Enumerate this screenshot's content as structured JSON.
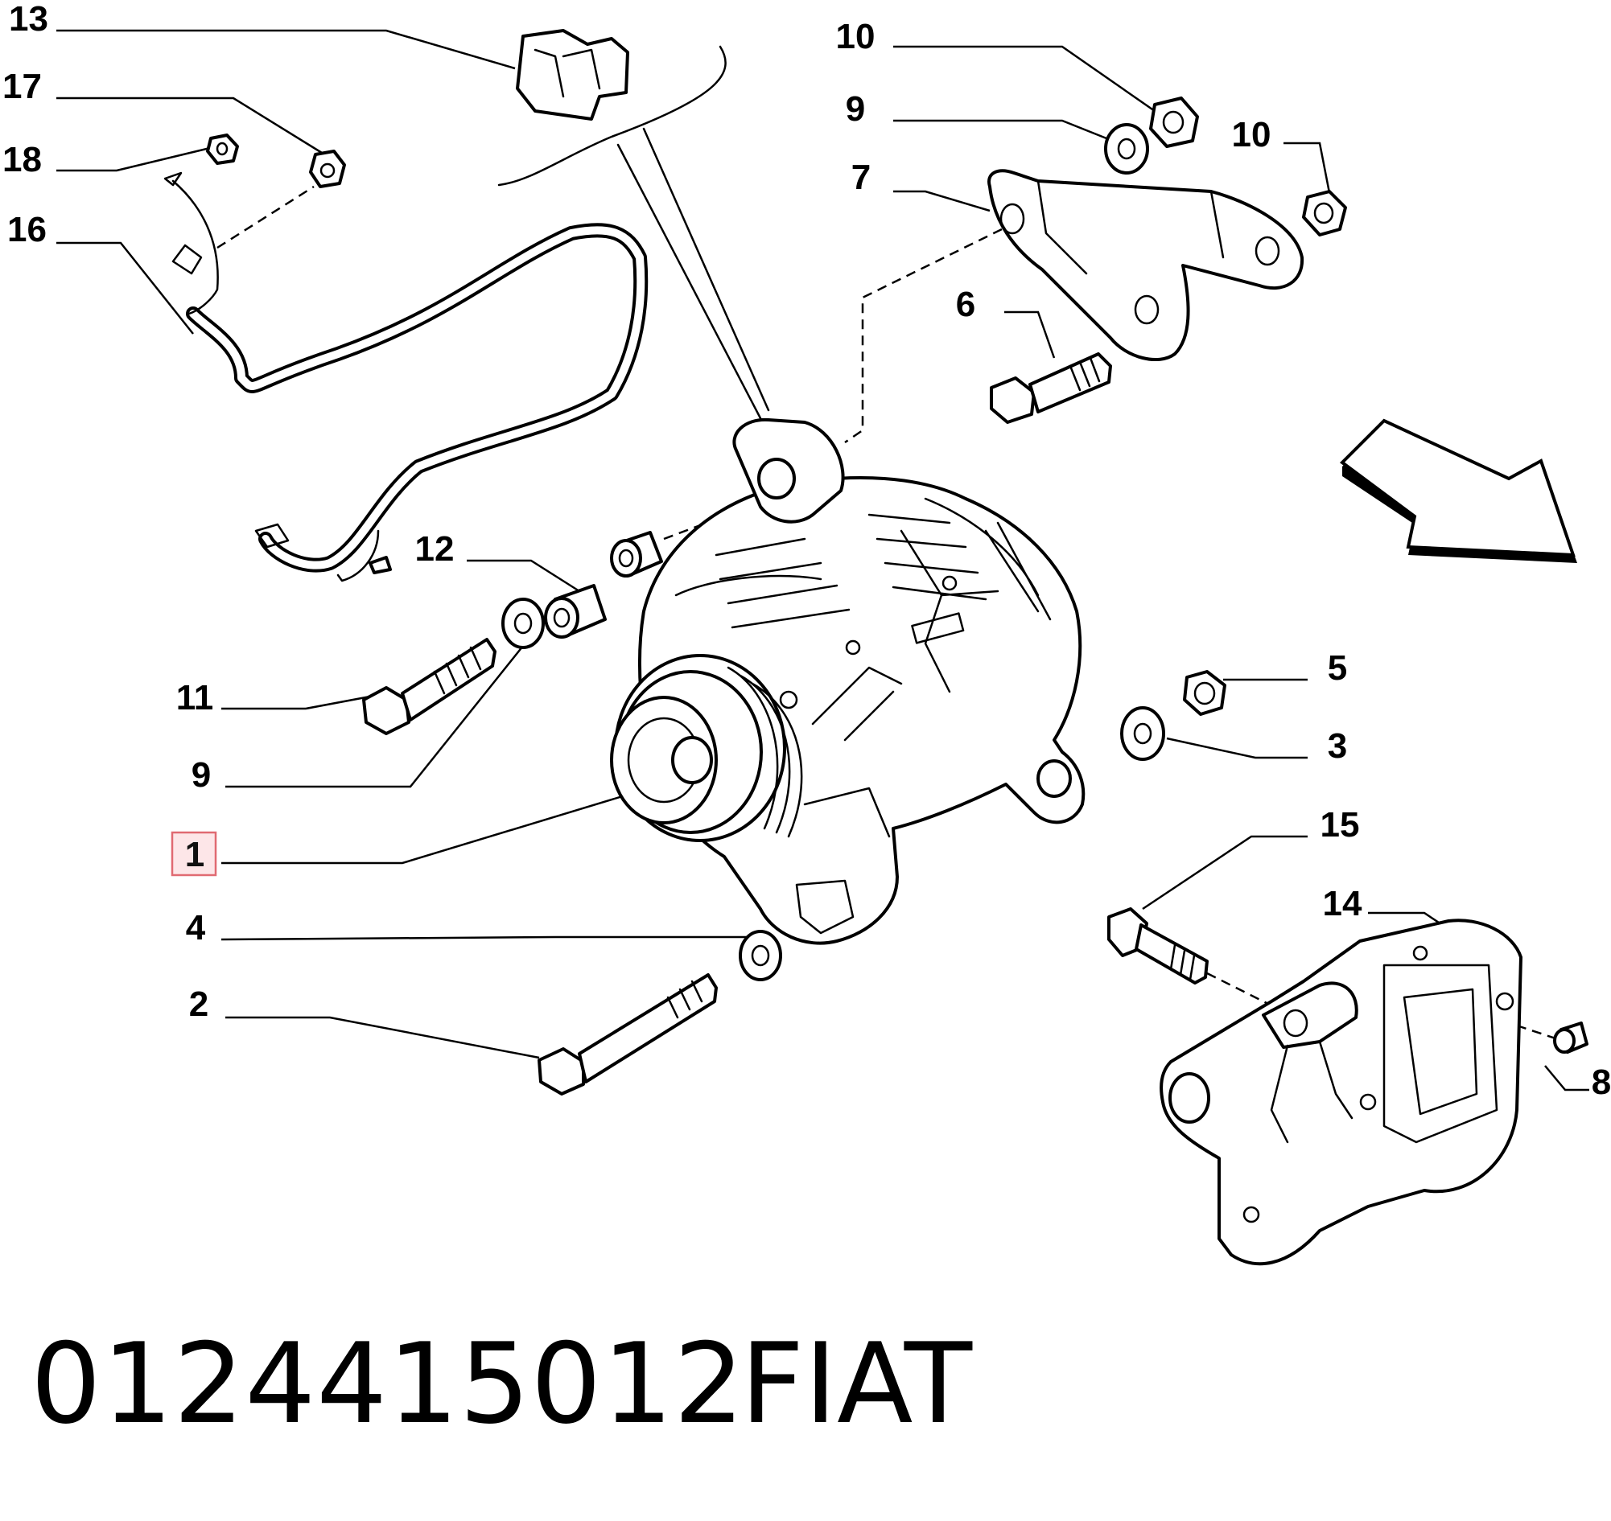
{
  "callouts": [
    {
      "id": "13",
      "label": "13"
    },
    {
      "id": "17",
      "label": "17"
    },
    {
      "id": "18",
      "label": "18"
    },
    {
      "id": "16",
      "label": "16"
    },
    {
      "id": "10a",
      "label": "10"
    },
    {
      "id": "9a",
      "label": "9"
    },
    {
      "id": "10b",
      "label": "10"
    },
    {
      "id": "7",
      "label": "7"
    },
    {
      "id": "6",
      "label": "6"
    },
    {
      "id": "12",
      "label": "12"
    },
    {
      "id": "11",
      "label": "11"
    },
    {
      "id": "9b",
      "label": "9"
    },
    {
      "id": "1",
      "label": "1"
    },
    {
      "id": "4",
      "label": "4"
    },
    {
      "id": "2",
      "label": "2"
    },
    {
      "id": "5",
      "label": "5"
    },
    {
      "id": "3",
      "label": "3"
    },
    {
      "id": "15",
      "label": "15"
    },
    {
      "id": "14",
      "label": "14"
    },
    {
      "id": "8",
      "label": "8"
    }
  ],
  "highlighted_callout": "1",
  "highlight_color": "#e06a72",
  "highlight_fill": "#fde6e8",
  "footer": {
    "part_number": "0124415012",
    "brand": "FIAT"
  }
}
